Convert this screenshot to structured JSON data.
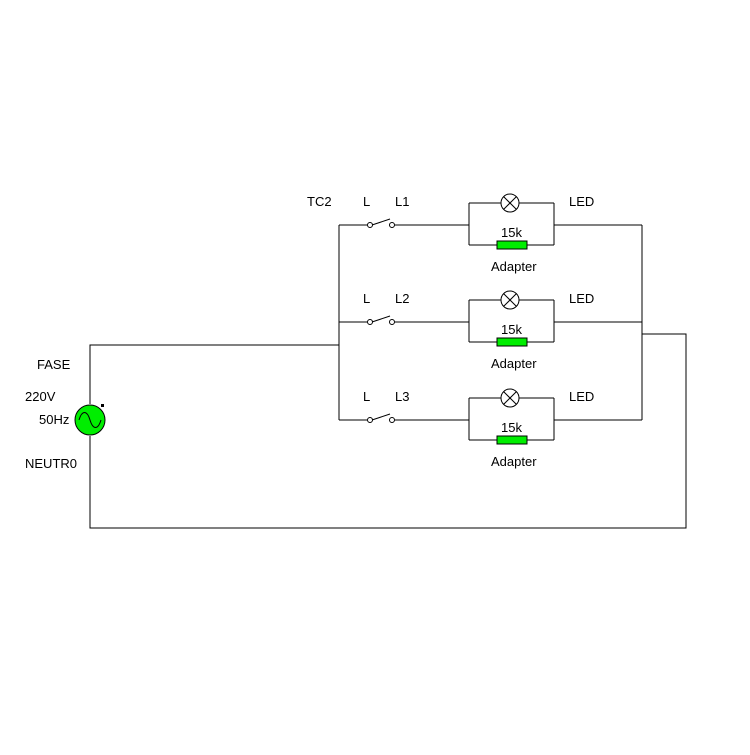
{
  "source": {
    "phase_label": "FASE",
    "voltage_label": "220V",
    "frequency_label": "50Hz",
    "neutral_label": "NEUTR0",
    "color": "#00ee00"
  },
  "switch_group_label": "TC2",
  "branches": [
    {
      "switch_in_label": "L",
      "switch_out_label": "L1",
      "lamp_label": "LED",
      "resistor_value": "15k",
      "resistor_label": "Adapter"
    },
    {
      "switch_in_label": "L",
      "switch_out_label": "L2",
      "lamp_label": "LED",
      "resistor_value": "15k",
      "resistor_label": "Adapter"
    },
    {
      "switch_in_label": "L",
      "switch_out_label": "L3",
      "lamp_label": "LED",
      "resistor_value": "15k",
      "resistor_label": "Adapter"
    }
  ],
  "colors": {
    "wire": "#000000",
    "resistor": "#00ee00"
  }
}
